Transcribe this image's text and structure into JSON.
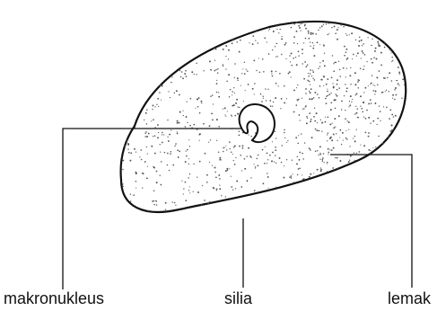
{
  "diagram": {
    "labels": {
      "makronukleus": "makronukleus",
      "silia": "silia",
      "lemak": "lemak"
    },
    "colors": {
      "ink": "#111111",
      "stipple": "#555555",
      "background": "#ffffff"
    }
  }
}
